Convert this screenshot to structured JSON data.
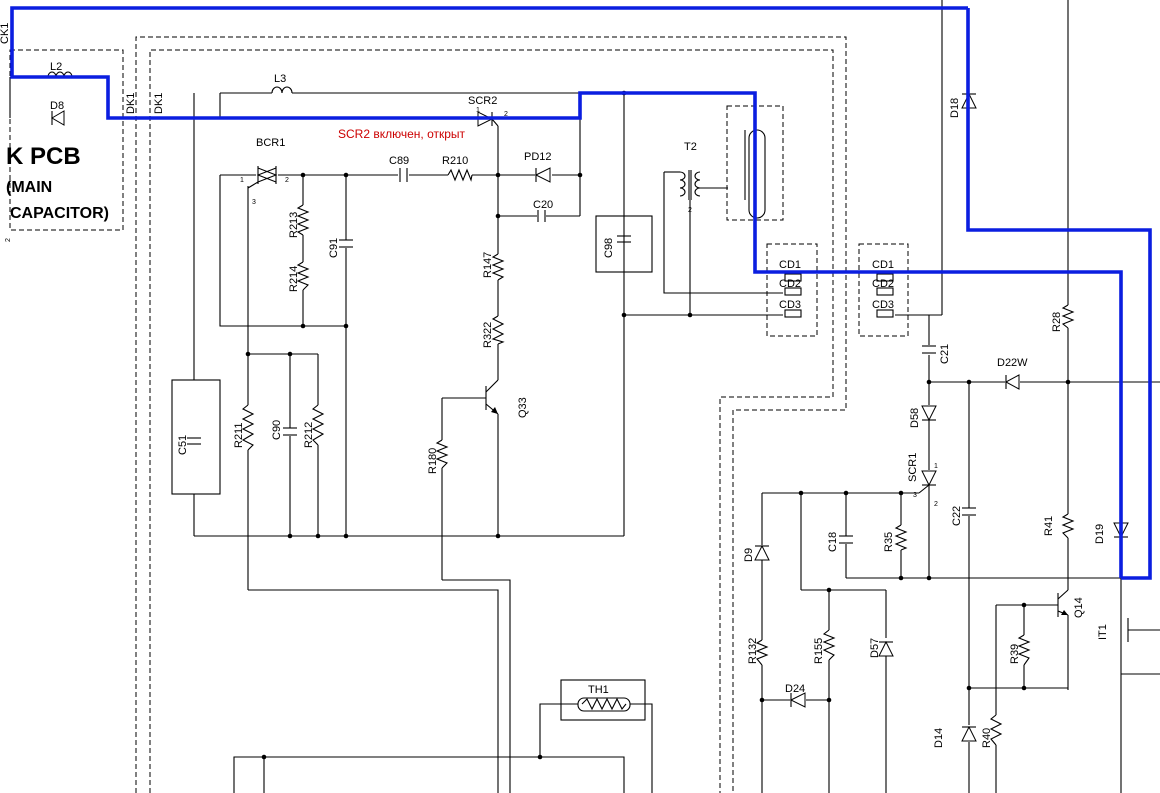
{
  "board": {
    "title": "K PCB",
    "subtitle_line1": "(MAIN",
    "subtitle_line2": "CAPACITOR)"
  },
  "annotation": {
    "text": "SCR2 включен, открыт",
    "color": "#cc0000"
  },
  "highlight_color": "#0b1ee0",
  "components": {
    "L2": "L2",
    "D8": "D8",
    "L3": "L3",
    "SCR2": "SCR2",
    "BCR1": "BCR1",
    "C89": "C89",
    "R210": "R210",
    "PD12": "PD12",
    "C20": "C20",
    "R213": "R213",
    "R214": "R214",
    "C91": "C91",
    "R147": "R147",
    "R322": "R322",
    "Q33": "Q33",
    "R180": "R180",
    "C51": "C51",
    "R211": "R211",
    "C90": "C90",
    "R212": "R212",
    "T2": "T2",
    "C98": "C98",
    "CD1a": "CD1",
    "CD2a": "CD2",
    "CD3a": "CD3",
    "CD1b": "CD1",
    "CD2b": "CD2",
    "CD3b": "CD3",
    "D18": "D18",
    "R28": "R28",
    "C21": "C21",
    "D22W": "D22W",
    "D58": "D58",
    "SCR1": "SCR1",
    "C22": "C22",
    "C18": "C18",
    "R35": "R35",
    "R41": "R41",
    "D19": "D19",
    "D9": "D9",
    "Q14": "Q14",
    "IT1": "IT1",
    "R39": "R39",
    "R132": "R132",
    "R155": "R155",
    "D57": "D57",
    "D24": "D24",
    "TH1": "TH1",
    "D14": "D14",
    "R40": "R40",
    "DK1a": "DK1",
    "DK1b": "DK1",
    "CK1": "CK1"
  },
  "pins": {
    "bcr1_p1": "1",
    "bcr1_p2": "2",
    "bcr1_p3": "3",
    "scr2_p1": "1",
    "scr2_p2": "2",
    "scr1_p1": "1",
    "scr1_p2": "2",
    "scr1_p3": "3",
    "t2_p2": "2",
    "kpcb_p2": "2"
  }
}
